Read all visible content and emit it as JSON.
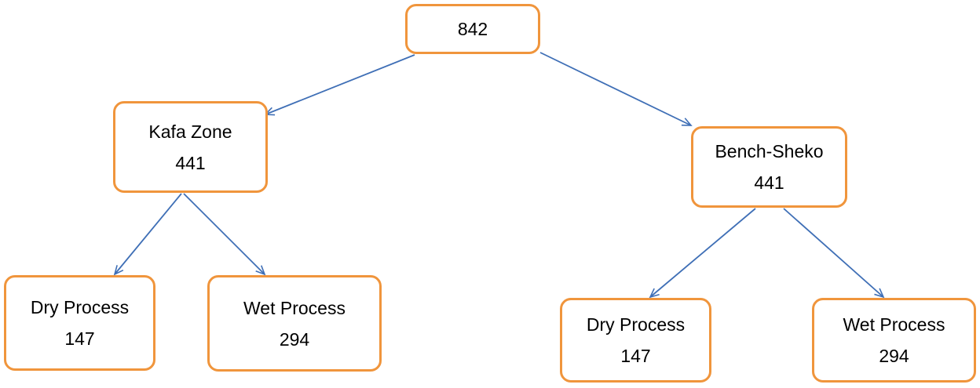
{
  "colors": {
    "node_border": "#f0953c",
    "edge": "#3f6fb6",
    "text": "#000000",
    "background": "#ffffff"
  },
  "tree": {
    "root": {
      "value": "842"
    },
    "left": {
      "label": "Kafa Zone",
      "value": "441",
      "children": [
        {
          "label": "Dry Process",
          "value": "147"
        },
        {
          "label": "Wet Process",
          "value": "294"
        }
      ]
    },
    "right": {
      "label": "Bench-Sheko",
      "value": "441",
      "children": [
        {
          "label": "Dry Process",
          "value": "147"
        },
        {
          "label": "Wet Process",
          "value": "294"
        }
      ]
    }
  }
}
